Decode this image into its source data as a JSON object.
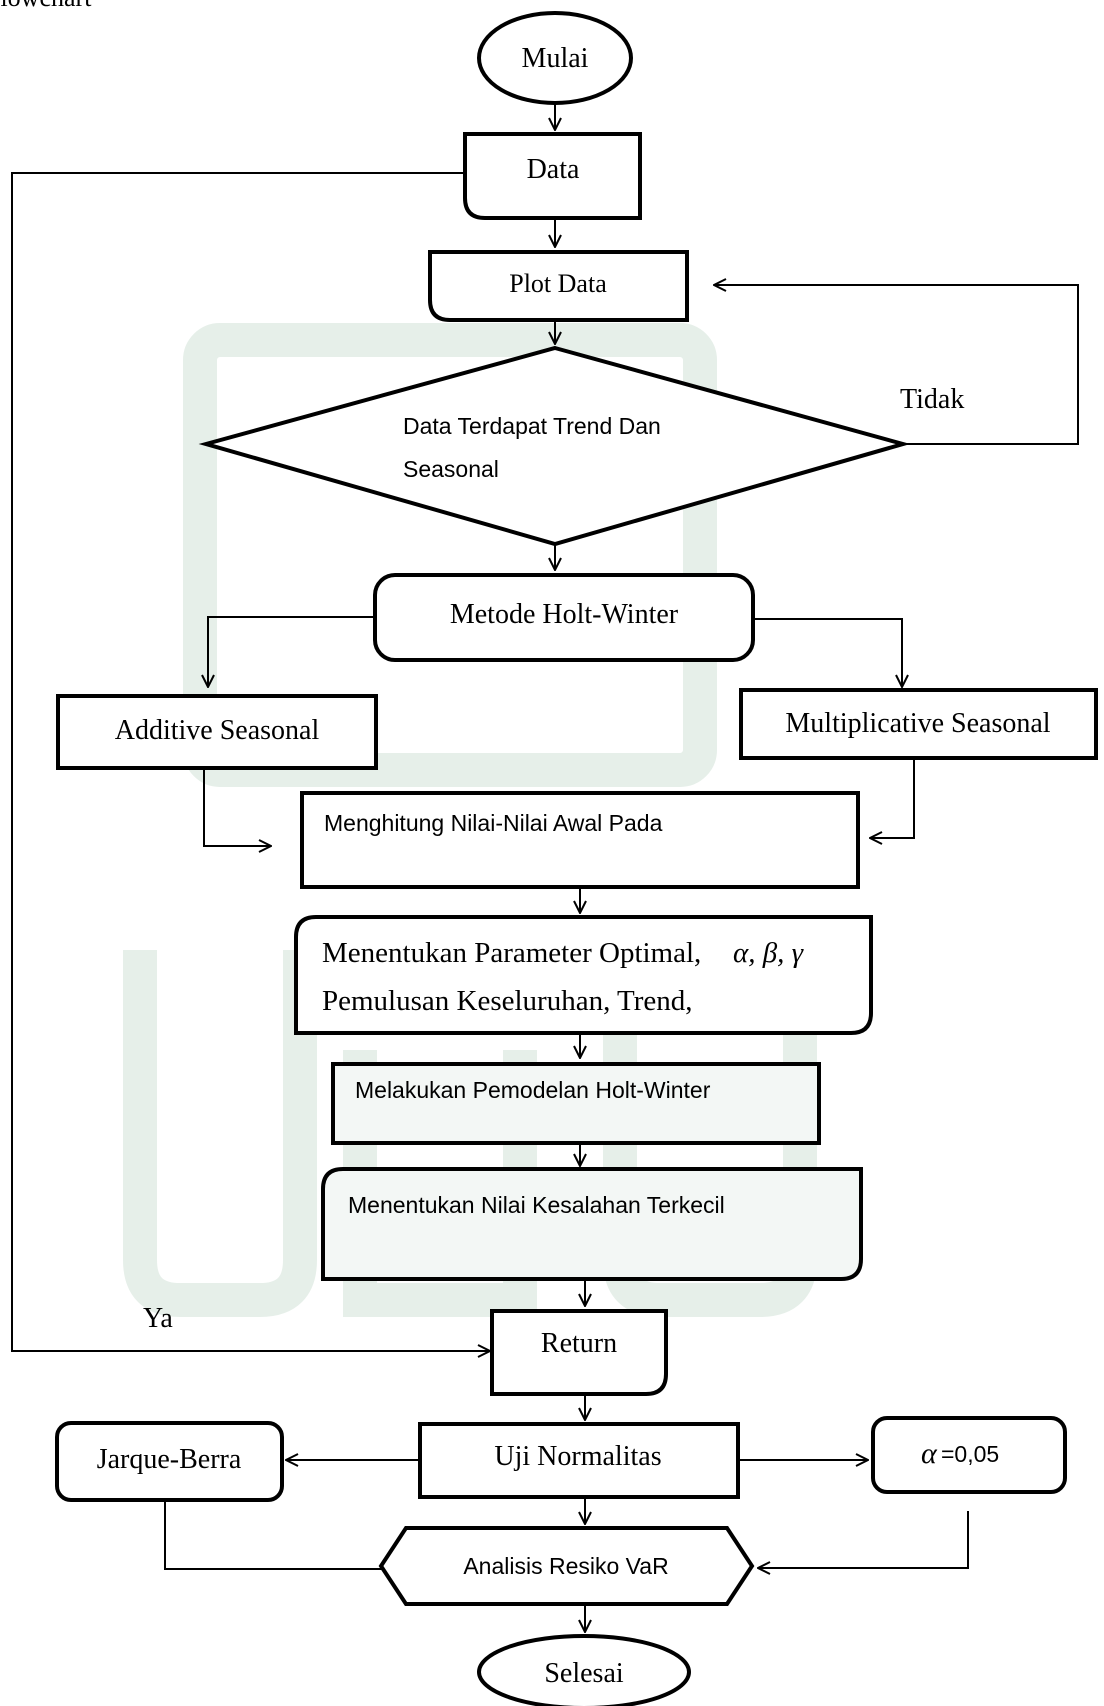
{
  "header_fragment": "Flowchart",
  "flowchart": {
    "start": "Mulai",
    "data": "Data",
    "plot_data": "Plot Data",
    "decision": {
      "line1": "Data Terdapat Trend Dan",
      "line2": "Seasonal"
    },
    "no_label": "Tidak",
    "method": "Metode Holt-Winter",
    "additive": "Additive Seasonal",
    "multiplicative": "Multiplicative Seasonal",
    "initial_values": "Menghitung Nilai-Nilai Awal Pada",
    "parameters": {
      "line1": "Menentukan Parameter Optimal,",
      "symbols": "α, β, γ",
      "line2": "Pemulusan Keseluruhan, Trend,"
    },
    "modeling": "Melakukan Pemodelan Holt-Winter",
    "min_error": "Menentukan Nilai Kesalahan Terkecil",
    "yes_label": "Ya",
    "return": "Return",
    "normality": "Uji Normalitas",
    "jarque_bera": "Jarque-Berra",
    "alpha_symbol": "α",
    "alpha_value": "=0,05",
    "var_analysis": "Analisis Resiko VaR",
    "end": "Selesai"
  },
  "colors": {
    "stroke": "#000000",
    "tint": "#f3f7f5",
    "watermark": "#e6efe9"
  }
}
